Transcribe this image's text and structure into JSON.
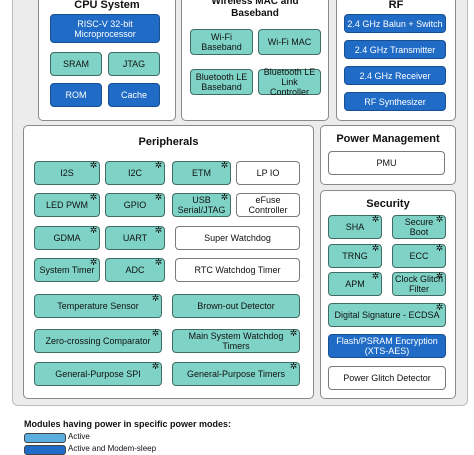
{
  "cpu": {
    "title": "CPU System",
    "risc": "RISC-V 32-bit Microprocessor",
    "sram": "SRAM",
    "jtag": "JTAG",
    "rom": "ROM",
    "cache": "Cache"
  },
  "wireless": {
    "title": "Wireless MAC and Baseband",
    "wifi_baseband": "Wi-Fi Baseband",
    "wifi_mac": "Wi-Fi MAC",
    "ble_baseband": "Bluetooth LE Baseband",
    "ble_link": "Bluetooth LE Link Controller"
  },
  "rf": {
    "title": "RF",
    "balun": "2.4 GHz Balun + Switch",
    "tx": "2.4 GHz Transmitter",
    "rx": "2.4 GHz Receiver",
    "synth": "RF Synthesizer"
  },
  "peripherals": {
    "title": "Peripherals",
    "i2s": "I2S",
    "i2c": "I2C",
    "etm": "ETM",
    "lpio": "LP IO",
    "ledpwm": "LED PWM",
    "gpio": "GPIO",
    "usb": "USB Serial/JTAG",
    "efuse": "eFuse Controller",
    "gdma": "GDMA",
    "uart": "UART",
    "swd": "Super Watchdog",
    "systimer": "System Timer",
    "adc": "ADC",
    "rtcwdt": "RTC Watchdog Timer",
    "tempsensor": "Temperature Sensor",
    "brownout": "Brown-out Detector",
    "zerocross": "Zero-crossing Comparator",
    "mswdt": "Main System Watchdog Timers",
    "gpspi": "General-Purpose SPI",
    "gptimers": "General-Purpose Timers"
  },
  "power": {
    "title": "Power Management",
    "pmu": "PMU"
  },
  "security": {
    "title": "Security",
    "sha": "SHA",
    "secureboot": "Secure Boot",
    "trng": "TRNG",
    "ecc": "ECC",
    "apm": "APM",
    "glitchfilter": "Clock Glitch Filter",
    "dsa": "Digital Signature - ECDSA",
    "xts": "Flash/PSRAM Encryption (XTS-AES)",
    "glitchdet": "Power Glitch Detector"
  },
  "legend": {
    "title": "Modules having power in specific power modes:",
    "active": "Active",
    "active_modem": "Active and Modem-sleep"
  },
  "colors": {
    "blue": "#1f6bc6",
    "teal": "#7fd3c6",
    "white": "#ffffff"
  }
}
